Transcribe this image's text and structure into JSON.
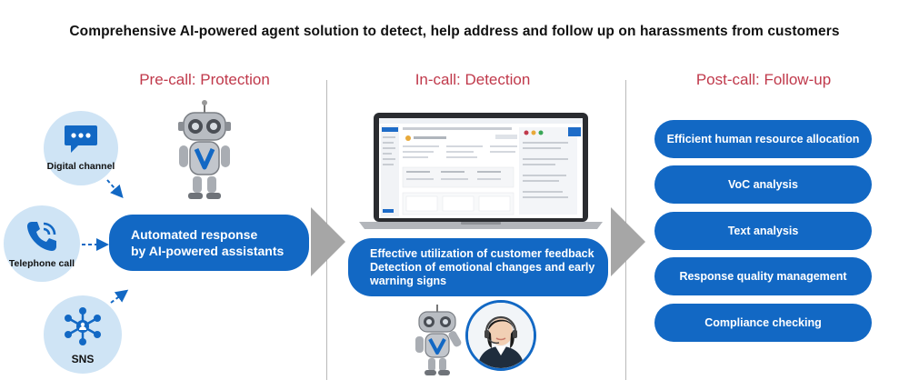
{
  "title": "Comprehensive AI-powered agent solution to detect, help address and follow up on harassments from customers",
  "sections": {
    "pre_call": {
      "heading": "Pre-call: Protection",
      "channels": [
        {
          "label": "Digital channel",
          "icon": "chat-bubble-icon"
        },
        {
          "label": "Telephone call",
          "icon": "phone-icon"
        },
        {
          "label": "SNS",
          "icon": "network-icon"
        }
      ],
      "response_line1": "Automated response",
      "response_line2": "by AI-powered assistants"
    },
    "in_call": {
      "heading": "In-call: Detection",
      "detection_line1": "Effective utilization of customer feedback",
      "detection_line2": "Detection of emotional changes and early",
      "detection_line3": "warning signs"
    },
    "post_call": {
      "heading": "Post-call: Follow-up",
      "items": [
        "Efficient human resource allocation",
        "VoC analysis",
        "Text analysis",
        "Response quality management",
        "Compliance checking"
      ]
    }
  },
  "colors": {
    "accent_blue": "#1268c4",
    "heading_red": "#c0394b",
    "channel_bg": "#cfe4f5",
    "arrow_gray": "#a6a6a6"
  }
}
